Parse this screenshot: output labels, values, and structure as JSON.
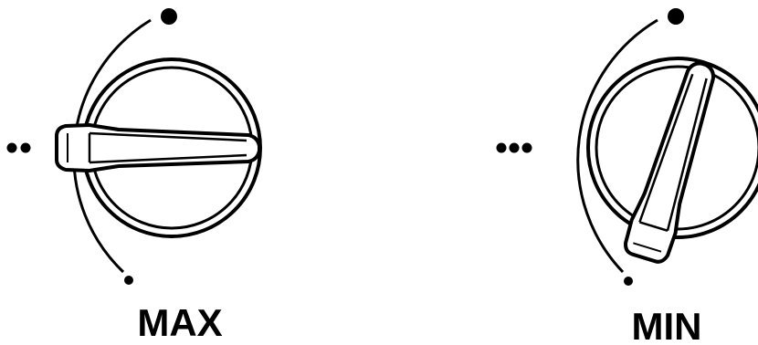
{
  "colors": {
    "ink": "#000000",
    "background": "#ffffff"
  },
  "knobs": [
    {
      "label": "MAX",
      "marks": {
        "top": "●",
        "left": "●●",
        "bottom": "●"
      },
      "pointer_direction": "left"
    },
    {
      "label": "MIN",
      "marks": {
        "top": "●",
        "left": "●●●",
        "bottom": "●"
      },
      "pointer_direction": "down-left"
    }
  ]
}
